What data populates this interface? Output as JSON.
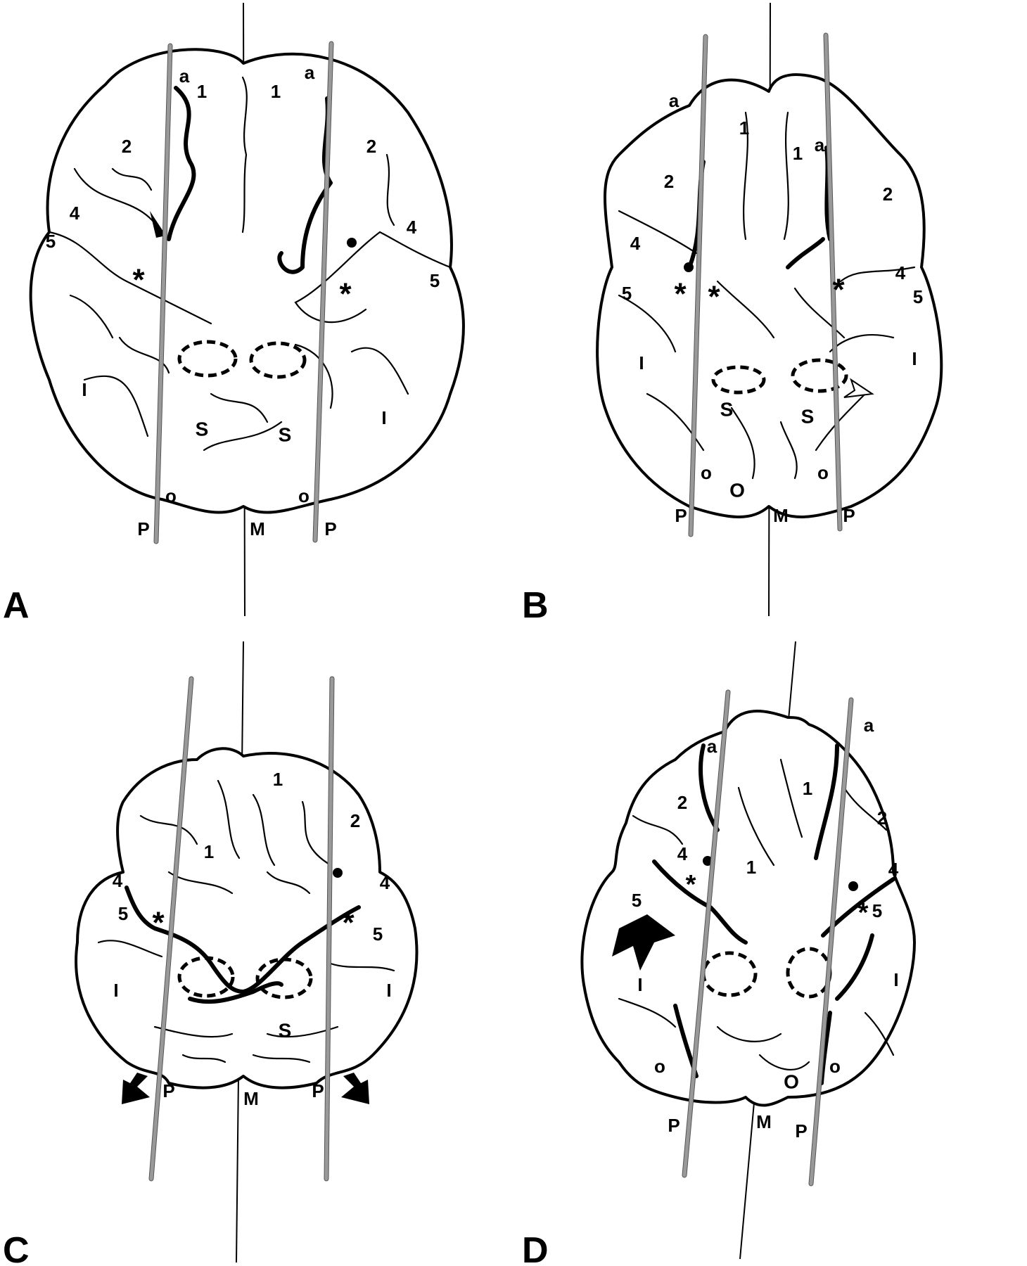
{
  "panels": [
    {
      "letter": "A",
      "labels": [
        "a",
        "a",
        "1",
        "1",
        "2",
        "2",
        "4",
        "4",
        "5",
        "5",
        "*",
        "*",
        "I",
        "I",
        "S",
        "S",
        "o",
        "o",
        "P",
        "P",
        "M"
      ]
    },
    {
      "letter": "B",
      "labels": [
        "a",
        "a",
        "1",
        "1",
        "2",
        "2",
        "4",
        "4",
        "5",
        "5",
        "*",
        "*",
        "*",
        "I",
        "I",
        "S",
        "S",
        "o",
        "o",
        "O",
        "P",
        "P",
        "M"
      ]
    },
    {
      "letter": "C",
      "labels": [
        "1",
        "1",
        "2",
        "4",
        "4",
        "5",
        "5",
        "*",
        "*",
        "I",
        "I",
        "S",
        "P",
        "P",
        "M"
      ]
    },
    {
      "letter": "D",
      "labels": [
        "a",
        "a",
        "1",
        "1",
        "2",
        "2",
        "4",
        "4",
        "5",
        "5",
        "*",
        "*",
        "I",
        "I",
        "o",
        "o",
        "O",
        "P",
        "P",
        "M"
      ]
    }
  ]
}
